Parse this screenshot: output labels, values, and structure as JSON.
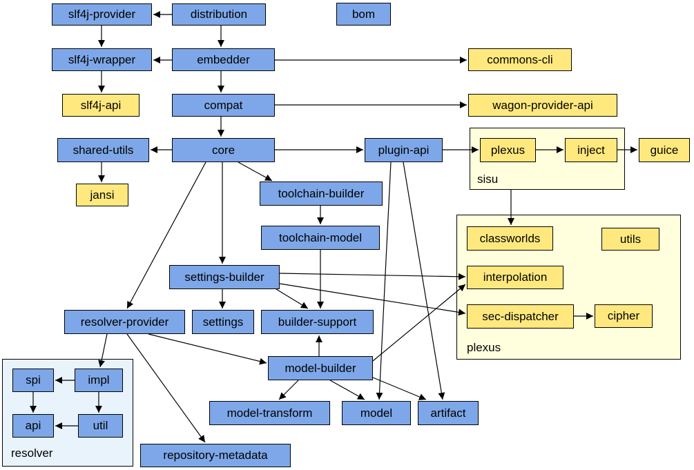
{
  "diagram": {
    "colors": {
      "module_fill": "#7DA7E8",
      "external_fill": "#FFE97E",
      "group_yellow_fill": "#FFFFDE",
      "group_blue_fill": "#E9F3FC",
      "border": "#000000",
      "background": "#FFFFFF"
    },
    "groups": {
      "sisu": {
        "label": "sisu",
        "members": [
          "plexus",
          "inject"
        ]
      },
      "plexus": {
        "label": "plexus",
        "members": [
          "classworlds",
          "utils",
          "interpolation",
          "sec-dispatcher",
          "cipher"
        ]
      },
      "resolver": {
        "label": "resolver",
        "members": [
          "spi",
          "impl",
          "api",
          "util"
        ]
      }
    },
    "nodes": {
      "slf4j-provider": {
        "label": "slf4j-provider",
        "type": "module"
      },
      "distribution": {
        "label": "distribution",
        "type": "module"
      },
      "bom": {
        "label": "bom",
        "type": "module"
      },
      "slf4j-wrapper": {
        "label": "slf4j-wrapper",
        "type": "module"
      },
      "embedder": {
        "label": "embedder",
        "type": "module"
      },
      "commons-cli": {
        "label": "commons-cli",
        "type": "external"
      },
      "slf4j-api": {
        "label": "slf4j-api",
        "type": "external"
      },
      "compat": {
        "label": "compat",
        "type": "module"
      },
      "wagon-provider-api": {
        "label": "wagon-provider-api",
        "type": "external"
      },
      "shared-utils": {
        "label": "shared-utils",
        "type": "module"
      },
      "core": {
        "label": "core",
        "type": "module"
      },
      "plugin-api": {
        "label": "plugin-api",
        "type": "module"
      },
      "plexus": {
        "label": "plexus",
        "type": "external"
      },
      "inject": {
        "label": "inject",
        "type": "external"
      },
      "guice": {
        "label": "guice",
        "type": "external"
      },
      "jansi": {
        "label": "jansi",
        "type": "external"
      },
      "toolchain-builder": {
        "label": "toolchain-builder",
        "type": "module"
      },
      "toolchain-model": {
        "label": "toolchain-model",
        "type": "module"
      },
      "classworlds": {
        "label": "classworlds",
        "type": "external"
      },
      "utils": {
        "label": "utils",
        "type": "external"
      },
      "settings-builder": {
        "label": "settings-builder",
        "type": "module"
      },
      "interpolation": {
        "label": "interpolation",
        "type": "external"
      },
      "sec-dispatcher": {
        "label": "sec-dispatcher",
        "type": "external"
      },
      "cipher": {
        "label": "cipher",
        "type": "external"
      },
      "resolver-provider": {
        "label": "resolver-provider",
        "type": "module"
      },
      "settings": {
        "label": "settings",
        "type": "module"
      },
      "builder-support": {
        "label": "builder-support",
        "type": "module"
      },
      "model-builder": {
        "label": "model-builder",
        "type": "module"
      },
      "spi": {
        "label": "spi",
        "type": "module"
      },
      "impl": {
        "label": "impl",
        "type": "module"
      },
      "api": {
        "label": "api",
        "type": "module"
      },
      "util": {
        "label": "util",
        "type": "module"
      },
      "model-transform": {
        "label": "model-transform",
        "type": "module"
      },
      "model": {
        "label": "model",
        "type": "module"
      },
      "artifact": {
        "label": "artifact",
        "type": "module"
      },
      "repository-metadata": {
        "label": "repository-metadata",
        "type": "module"
      }
    },
    "edges": [
      {
        "from": "distribution",
        "to": "slf4j-provider"
      },
      {
        "from": "distribution",
        "to": "embedder"
      },
      {
        "from": "slf4j-provider",
        "to": "slf4j-wrapper"
      },
      {
        "from": "embedder",
        "to": "slf4j-wrapper"
      },
      {
        "from": "embedder",
        "to": "commons-cli"
      },
      {
        "from": "embedder",
        "to": "compat"
      },
      {
        "from": "slf4j-wrapper",
        "to": "slf4j-api"
      },
      {
        "from": "compat",
        "to": "wagon-provider-api"
      },
      {
        "from": "compat",
        "to": "core"
      },
      {
        "from": "core",
        "to": "shared-utils"
      },
      {
        "from": "shared-utils",
        "to": "jansi"
      },
      {
        "from": "core",
        "to": "plugin-api"
      },
      {
        "from": "plugin-api",
        "to": "plexus"
      },
      {
        "from": "plexus",
        "to": "inject"
      },
      {
        "from": "inject",
        "to": "guice"
      },
      {
        "from": "sisu",
        "to": "classworlds"
      },
      {
        "from": "core",
        "to": "toolchain-builder"
      },
      {
        "from": "toolchain-builder",
        "to": "toolchain-model"
      },
      {
        "from": "toolchain-model",
        "to": "builder-support"
      },
      {
        "from": "core",
        "to": "settings-builder"
      },
      {
        "from": "core",
        "to": "resolver-provider"
      },
      {
        "from": "settings-builder",
        "to": "settings"
      },
      {
        "from": "settings-builder",
        "to": "builder-support"
      },
      {
        "from": "settings-builder",
        "to": "interpolation"
      },
      {
        "from": "settings-builder",
        "to": "sec-dispatcher"
      },
      {
        "from": "sec-dispatcher",
        "to": "cipher"
      },
      {
        "from": "resolver-provider",
        "to": "impl"
      },
      {
        "from": "resolver-provider",
        "to": "model-builder"
      },
      {
        "from": "resolver-provider",
        "to": "repository-metadata"
      },
      {
        "from": "model-builder",
        "to": "model-transform"
      },
      {
        "from": "model-builder",
        "to": "model"
      },
      {
        "from": "model-builder",
        "to": "builder-support"
      },
      {
        "from": "model-builder",
        "to": "interpolation"
      },
      {
        "from": "model-builder",
        "to": "artifact"
      },
      {
        "from": "plugin-api",
        "to": "model"
      },
      {
        "from": "plugin-api",
        "to": "artifact"
      },
      {
        "from": "impl",
        "to": "spi"
      },
      {
        "from": "impl",
        "to": "util"
      },
      {
        "from": "spi",
        "to": "api"
      },
      {
        "from": "util",
        "to": "api"
      }
    ]
  }
}
